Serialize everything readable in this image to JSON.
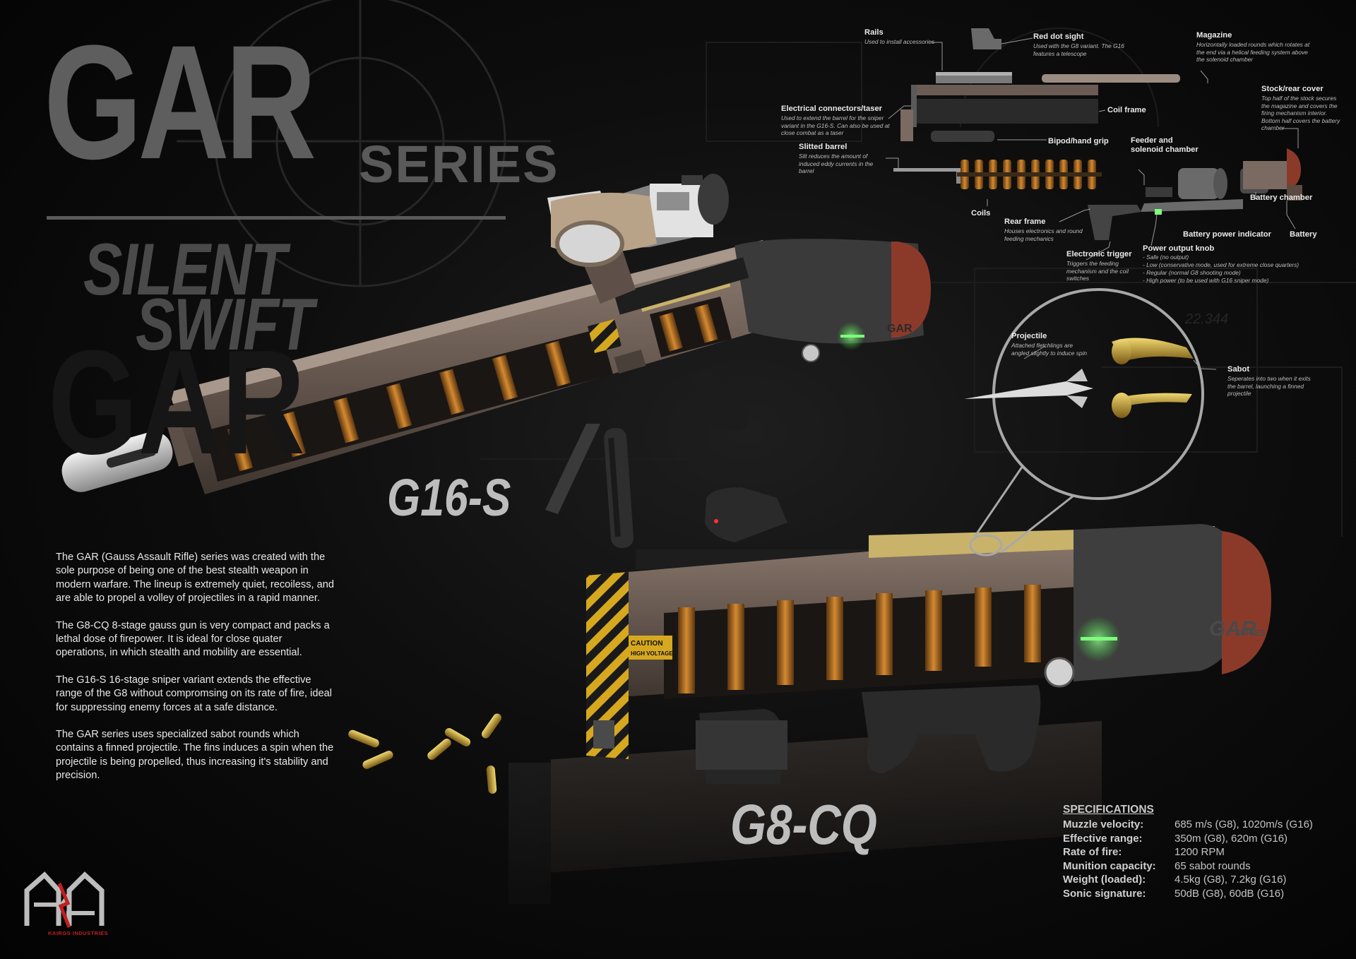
{
  "title": {
    "main": "GAR",
    "sub": "SERIES"
  },
  "tagline": {
    "line1": "SILENT",
    "line2": "SWIFT"
  },
  "models": {
    "g16": "G16-S",
    "g8": "G8-CQ"
  },
  "description": [
    "The GAR (Gauss Assault Rifle) series was created with the sole purpose of being one of the best stealth weapon in modern warfare. The lineup is extremely quiet, recoiless, and are able to propel a volley of projectiles in a rapid manner.",
    "The G8-CQ 8-stage gauss gun is very compact and packs a lethal dose of firepower. It is ideal for close quater operations, in which stealth and mobility are essential.",
    "The G16-S 16-stage sniper variant extends the effective range of the G8 without compromsing on its rate of fire, ideal for suppressing enemy forces at a safe distance.",
    "The GAR series uses specialized sabot rounds which contains a finned projectile. The fins induces a spin when the projectile is being propelled, thus increasing it's stability and precision."
  ],
  "callouts": {
    "rails": {
      "title": "Rails",
      "sub": "Used to install accessories"
    },
    "red_dot": {
      "title": "Red dot sight",
      "sub": "Used with the G8 variant. The G16 features a telescope"
    },
    "magazine": {
      "title": "Magazine",
      "sub": "Horizontally loaded rounds which rotates at the end via a helical feeding system above the solenoid chamber"
    },
    "stock": {
      "title": "Stock/rear cover",
      "sub": "Top half of the stock secures the magazine and covers the firing mechanism interior. Bottom half covers the battery chamber"
    },
    "electrical": {
      "title": "Electrical connectors/taser",
      "sub": "Used to extend the barrel for the sniper variant in the G16-S. Can also be used at close combat as a taser"
    },
    "coil_frame": {
      "title": "Coil frame"
    },
    "bipod": {
      "title": "Bipod/hand grip"
    },
    "feeder": {
      "title": "Feeder and solenoid chamber"
    },
    "slitted": {
      "title": "Slitted barrel",
      "sub": "Slit reduces the amount of induced eddy currents in the barrel"
    },
    "coils": {
      "title": "Coils"
    },
    "battery_chamber": {
      "title": "Battery chamber"
    },
    "rear_frame": {
      "title": "Rear frame",
      "sub": "Houses electronics and round feeding mechanics"
    },
    "battery_indicator": {
      "title": "Battery power indicator"
    },
    "battery": {
      "title": "Battery"
    },
    "trigger": {
      "title": "Electronic trigger",
      "sub": "Triggers the feeding mechanism and the coil switches"
    },
    "power_knob": {
      "title": "Power output knob",
      "items": [
        "- Safe (no output)",
        "- Low (conservative mode, used for extreme close quarters)",
        "- Regular (normal G8 shooting mode)",
        "- High power (to be used with G16 sniper mode)"
      ]
    },
    "projectile": {
      "title": "Projectile",
      "sub": "Attached fletchlings are angled slightly to induce spin"
    },
    "sabot": {
      "title": "Sabot",
      "sub": "Seperates into two when it exits the barrel, launching a finned projectile"
    }
  },
  "decals": {
    "caution": "CAUTION",
    "high_voltage": "HIGH VOLTAGE",
    "gar": "GAR",
    "series": "SERIES",
    "bg_number": "22.344"
  },
  "specs": {
    "heading": "SPECIFICATIONS",
    "rows": [
      {
        "label": "Muzzle velocity:",
        "value": "685 m/s (G8), 1020m/s (G16)"
      },
      {
        "label": "Effective range:",
        "value": "350m (G8), 620m (G16)"
      },
      {
        "label": "Rate of fire:",
        "value": "1200 RPM"
      },
      {
        "label": "Munition capacity:",
        "value": "65 sabot rounds"
      },
      {
        "label": "Weight (loaded):",
        "value": "4.5kg (G8), 7.2kg (G16)"
      },
      {
        "label": "Sonic signature:",
        "value": "50dB (G8), 60dB (G16)"
      }
    ]
  },
  "brand": {
    "name": "KAIROS INDUSTRIES"
  },
  "colors": {
    "background": "#050505",
    "title_gray": "#5e5e5e",
    "gun_body": "#6e5e55",
    "coil_copper": "#b8681c",
    "brass": "#b8962e",
    "led_green": "#6cff6c",
    "hazard_yellow": "#d6a820"
  }
}
